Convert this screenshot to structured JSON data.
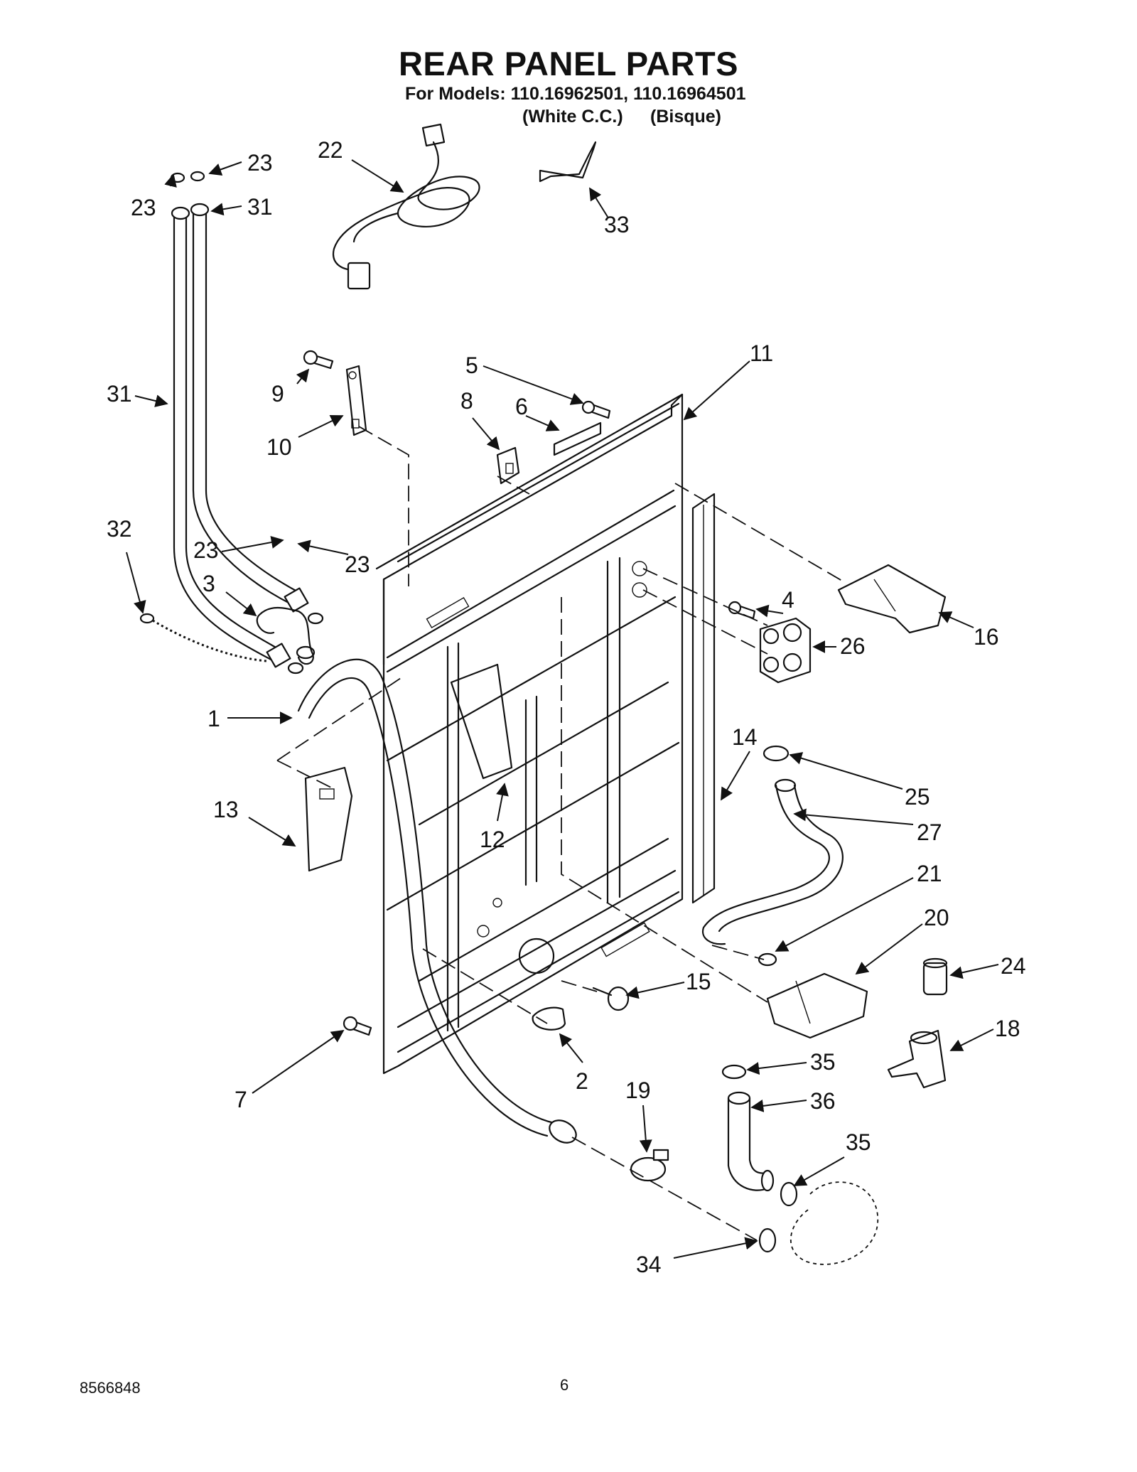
{
  "header": {
    "title": "REAR PANEL PARTS",
    "models_line": "For Models: 110.16962501, 110.16964501",
    "variant_1": "(White C.C.)",
    "variant_2": "(Bisque)"
  },
  "callouts": [
    "1",
    "2",
    "3",
    "4",
    "5",
    "6",
    "7",
    "8",
    "9",
    "10",
    "11",
    "12",
    "13",
    "14",
    "15",
    "16",
    "18",
    "19",
    "20",
    "21",
    "22",
    "23",
    "24",
    "25",
    "26",
    "27",
    "31",
    "32",
    "33",
    "34",
    "35",
    "36"
  ],
  "footer": {
    "doc_number": "8566848",
    "page_number": "6"
  }
}
